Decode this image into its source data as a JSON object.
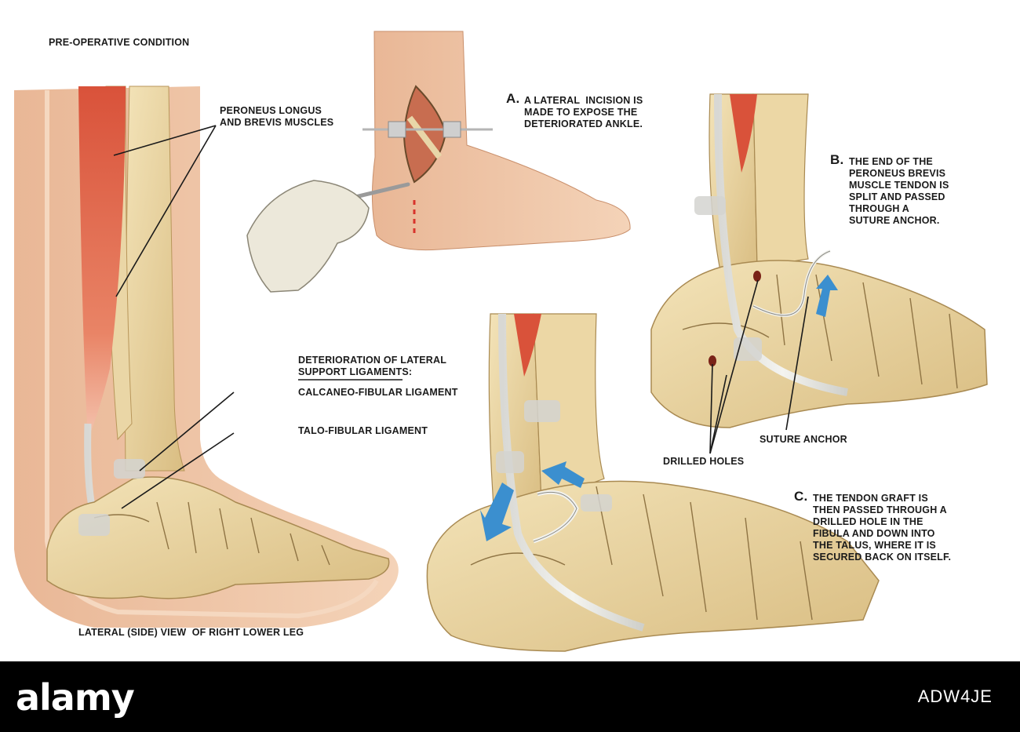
{
  "labels": {
    "pre_op": "PRE-OPERATIVE CONDITION",
    "peroneus": "PERONEUS LONGUS\nAND BREVIS MUSCLES",
    "deterioration": "DETERIORATION OF LATERAL\nSUPPORT LIGAMENTS:",
    "calcaneo": "CALCANEO-FIBULAR LIGAMENT",
    "talo": "TALO-FIBULAR LIGAMENT",
    "view": "LATERAL (SIDE) VIEW  OF RIGHT LOWER LEG",
    "step_a_letter": "A.",
    "step_a": "A LATERAL  INCISION IS\nMADE TO EXPOSE THE\nDETERIORATED ANKLE.",
    "step_b_letter": "B.",
    "step_b": "THE END OF THE\nPERONEUS BREVIS\nMUSCLE TENDON IS\nSPLIT AND PASSED\nTHROUGH A\nSUTURE ANCHOR.",
    "suture_anchor": "SUTURE ANCHOR",
    "drilled_holes": "DRILLED HOLES",
    "step_c_letter": "C.",
    "step_c": "THE TENDON GRAFT IS\nTHEN PASSED THROUGH A\nDRILLED HOLE IN THE\nFIBULA AND DOWN INTO\nTHE TALUS, WHERE IT IS\nSECURED BACK ON ITSELF."
  },
  "footer": {
    "wordmark": "alamy",
    "stock_id": "ADW4JE"
  }
}
